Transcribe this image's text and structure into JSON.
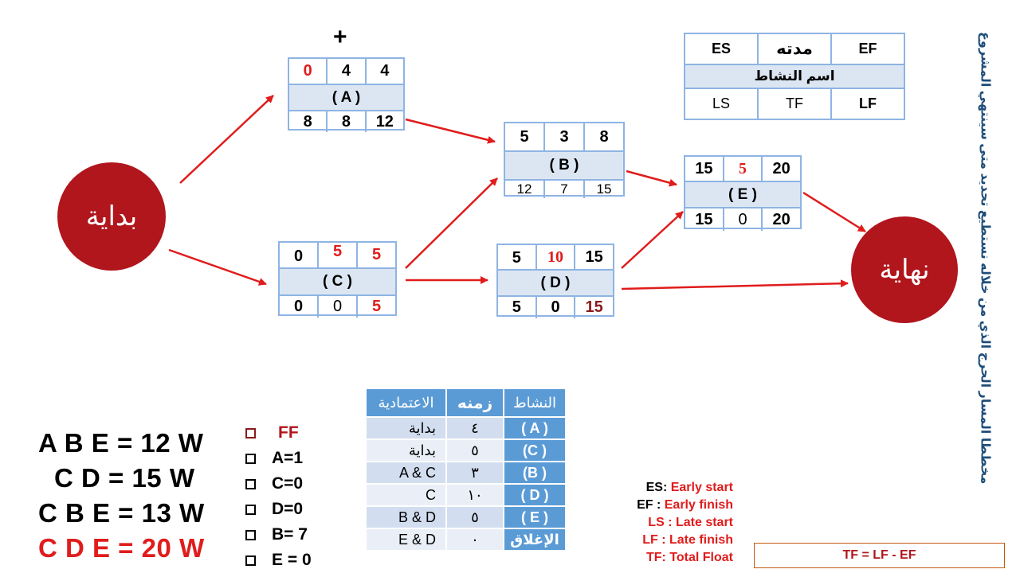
{
  "vertical_title": "مخططا المسار الحرج الذي من خلاله نستطيع تحديد متى سينتهي المشروع",
  "plus_sign": "+",
  "start_label": "بداية",
  "end_label": "نهاية",
  "legend": {
    "es": "ES",
    "duration": "مدته",
    "ef": "EF",
    "name": "اسم النشاط",
    "ls": "LS",
    "tf": "TF",
    "lf": "LF"
  },
  "nodes": {
    "A": {
      "top": [
        "0",
        "4",
        "4"
      ],
      "label": "( A )",
      "bottom": [
        "8",
        "8",
        "12"
      ]
    },
    "B": {
      "top": [
        "5",
        "3",
        "8"
      ],
      "label": "( B )",
      "bottom": [
        "12",
        "7",
        "15"
      ]
    },
    "C": {
      "top": [
        "0",
        "5",
        "5"
      ],
      "label": "( C )",
      "bottom": [
        "0",
        "0",
        "5"
      ]
    },
    "D": {
      "top": [
        "5",
        "10",
        "15"
      ],
      "label": "( D )",
      "bottom": [
        "5",
        "0",
        "15"
      ]
    },
    "E": {
      "top": [
        "15",
        "5",
        "20"
      ],
      "label": "( E )",
      "bottom": [
        "15",
        "0",
        "20"
      ]
    }
  },
  "paths": [
    "A B E = 12 W",
    "C D = 15 W",
    "C B E = 13 W",
    "C D E = 20 W"
  ],
  "checklist": [
    "FF",
    "A=1",
    "C=0",
    "D=0",
    "B= 7",
    "E = 0"
  ],
  "table": {
    "headers": [
      "الاعتمادية",
      "زمنه",
      "النشاط"
    ],
    "rows": [
      [
        "بداية",
        "٤",
        "( A )"
      ],
      [
        "بداية",
        "٥",
        "(C )"
      ],
      [
        "A & C",
        "٣",
        "(B )"
      ],
      [
        "C",
        "١٠",
        "( D )"
      ],
      [
        "B & D",
        "٥",
        "( E )"
      ],
      [
        "E & D",
        "٠",
        "الإغلاق"
      ]
    ]
  },
  "definitions": [
    {
      "key": "ES:",
      "value": "Early start"
    },
    {
      "key": "EF :",
      "value": "Early finish"
    },
    {
      "key": "LS :",
      "value": "Late start"
    },
    {
      "key": "LF :",
      "value": "Late finish"
    },
    {
      "key": "TF:",
      "value": "Total Float"
    }
  ],
  "formula": "TF = LF - EF",
  "colors": {
    "accent_red": "#e01c1c",
    "circle": "#b0161c",
    "node_border": "#8eb4e3",
    "node_fill": "#dce6f2",
    "table_header": "#5b9bd5"
  }
}
